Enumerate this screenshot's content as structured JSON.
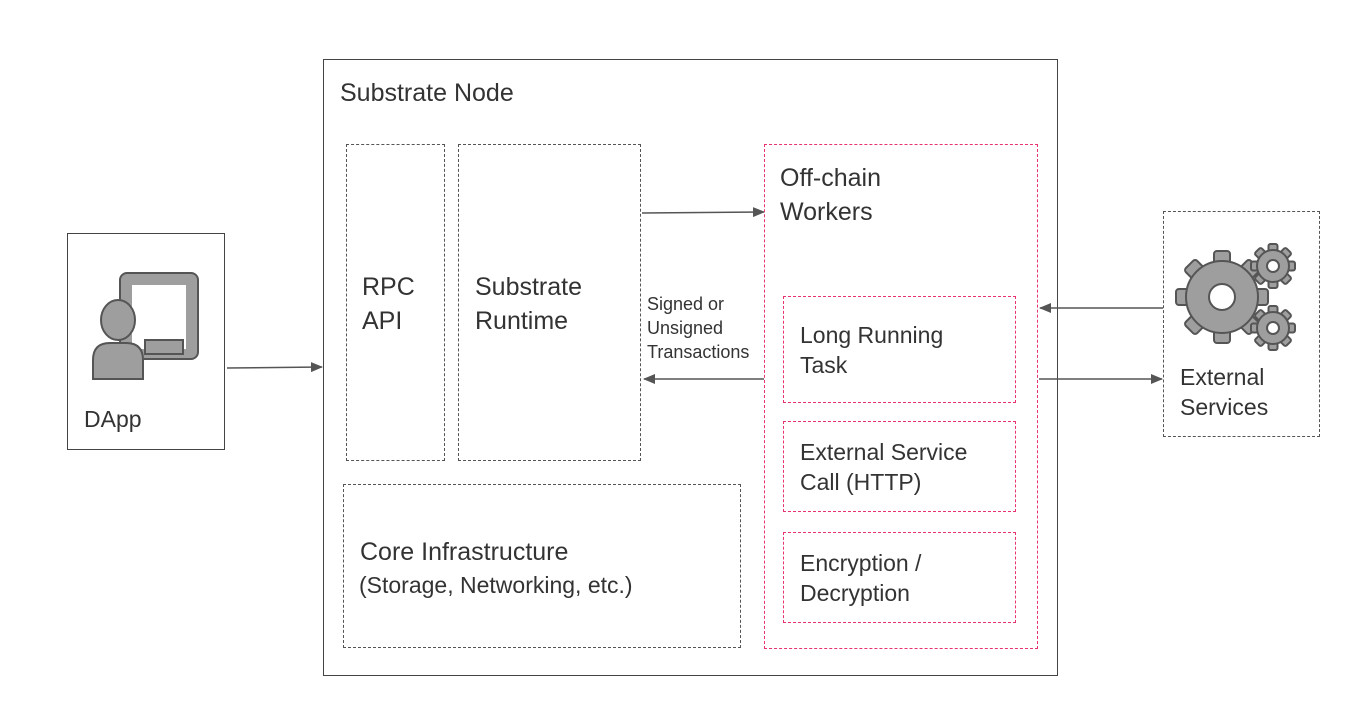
{
  "dapp": {
    "label": "DApp",
    "icon": "user-screen-icon"
  },
  "node": {
    "title": "Substrate Node"
  },
  "rpc": {
    "line1": "RPC",
    "line2": "API"
  },
  "runtime": {
    "line1": "Substrate",
    "line2": "Runtime"
  },
  "core": {
    "title": "Core Infrastructure",
    "subtitle": "(Storage, Networking, etc.)"
  },
  "ocw": {
    "line1": "Off-chain",
    "line2": "Workers",
    "tasks": [
      {
        "line1": "Long Running",
        "line2": "Task"
      },
      {
        "line1": "External Service",
        "line2": "Call (HTTP)"
      },
      {
        "line1": "Encryption /",
        "line2": "Decryption"
      }
    ]
  },
  "transactions": {
    "line1": "Signed or",
    "line2": "Unsigned",
    "line3": "Transactions"
  },
  "external": {
    "line1": "External",
    "line2": "Services",
    "icon": "gears-icon"
  },
  "colors": {
    "ocw_border": "#e8336d",
    "icon_fill": "#9e9e9e",
    "icon_stroke": "#555555",
    "arrow": "#555555"
  }
}
